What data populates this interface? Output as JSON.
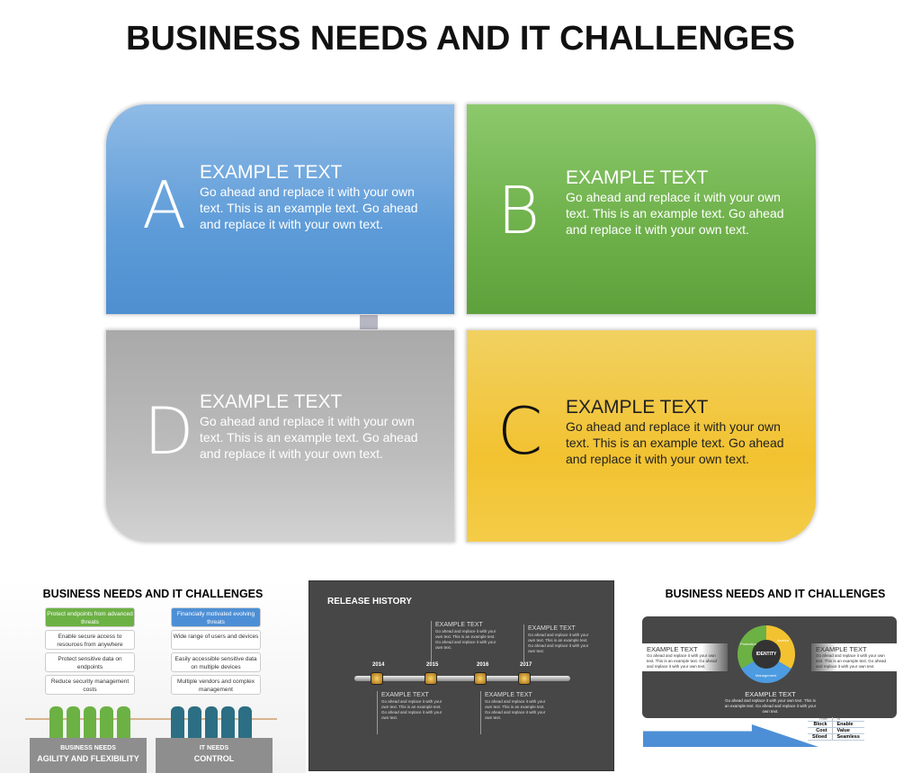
{
  "title": "BUSINESS NEEDS AND IT CHALLENGES",
  "quadrants": [
    {
      "letter": "A",
      "heading": "EXAMPLE TEXT",
      "body": "Go ahead and replace it with your own text. This is an example text. Go ahead and replace it with your own text.",
      "color": "#5d9bd8"
    },
    {
      "letter": "B",
      "heading": "EXAMPLE TEXT",
      "body": "Go ahead and replace it with your own text. This is an example text. Go ahead and replace it with your own text.",
      "color": "#6eb04a"
    },
    {
      "letter": "C",
      "heading": "EXAMPLE TEXT",
      "body": "Go ahead and replace it with your own text. This is an example text. Go ahead and replace it with your own text.",
      "color": "#f2c230"
    },
    {
      "letter": "D",
      "heading": "EXAMPLE TEXT",
      "body": "Go ahead and replace it with your own text. This is an example text. Go ahead and replace it with your own text.",
      "color": "#b0b0b0"
    }
  ],
  "thumb1": {
    "title": "BUSINESS NEEDS AND IT CHALLENGES",
    "left": [
      "Protect endpoints from advanced threats",
      "Enable secure access to resources from anywhere",
      "Protect sensitive data on endpoints",
      "Reduce security management costs"
    ],
    "right": [
      "Financially motivated evolving threats",
      "Wide range of users and devices",
      "Easily accessible sensitive data on multiple devices",
      "Multiple vendors and complex management"
    ],
    "left_base_small": "BUSINESS NEEDS",
    "left_base_big": "AGILITY AND FLEXIBILITY",
    "right_base_small": "IT NEEDS",
    "right_base_big": "CONTROL"
  },
  "thumb2": {
    "title": "RELEASE HISTORY",
    "years": [
      "2014",
      "2015",
      "2016",
      "2017"
    ],
    "event_heading": "EXAMPLE TEXT",
    "event_body": "Go ahead and replace it with your own text. This is an example text. Go ahead and replace it with your own text."
  },
  "thumb3": {
    "title": "BUSINESS NEEDS AND IT CHALLENGES",
    "heading": "EXAMPLE TEXT",
    "body": "Go ahead and replace it with your own text. This is an example text. Go ahead and replace it with your own text.",
    "wheel_center": "IDENTITY",
    "wheel_segments": [
      "Protection",
      "Access",
      "Management"
    ],
    "table_header": [
      "From",
      "To"
    ],
    "table_rows": [
      [
        "Block",
        "Enable"
      ],
      [
        "Cost",
        "Value"
      ],
      [
        "Siloed",
        "Seamless"
      ]
    ]
  }
}
